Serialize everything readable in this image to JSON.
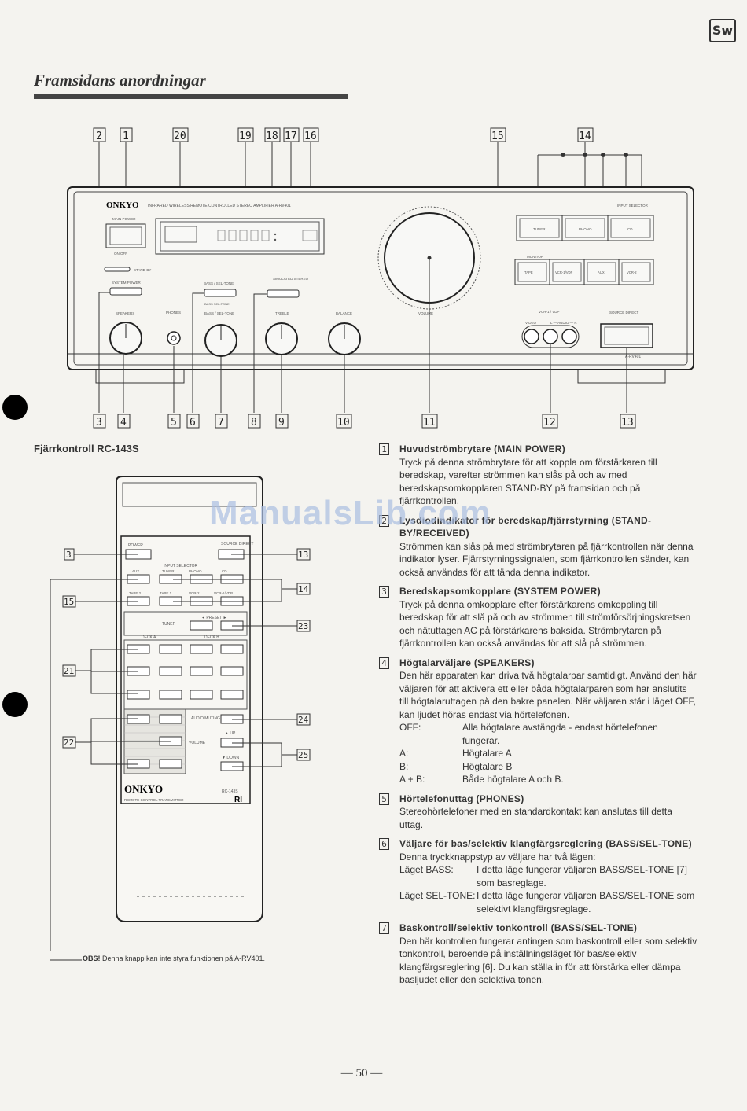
{
  "lang_badge": "Sw",
  "title": "Framsidans anordningar",
  "amp": {
    "brand": "ONKYO",
    "model_line": "INFRARED WIRELESS REMOTE CONTROLLED STEREO AMPLIFIER A-RV401",
    "main_power": "MAIN POWER",
    "main_power_state": "ON  OFF",
    "standby": "STAND-BY",
    "system_power": "SYSTEM POWER",
    "speakers": "SPEAKERS",
    "phones": "PHONES",
    "bass_sel_tone_switch": "BASS / SEL-TONE",
    "bass_sel_tone_knob": "BASS / SEL-TONE",
    "simulated_stereo": "SIMULATED STEREO",
    "treble": "TREBLE",
    "balance": "BALANCE",
    "volume": "VOLUME",
    "input_selector": "INPUT SELECTOR",
    "monitor": "MONITOR",
    "vcr1_vdp": "VCR-1 / VDP",
    "video": "VIDEO",
    "audio": "L — AUDIO — R",
    "source_direct": "SOURCE DIRECT",
    "model": "A-RV401",
    "sel_top": [
      "TUNER",
      "PHONO",
      "CD"
    ],
    "sel_bottom": [
      "TAPE",
      "VCR-1/VDP",
      "AUX",
      "VCR-2"
    ]
  },
  "callouts_top": [
    "2",
    "1",
    "20",
    "19",
    "18",
    "17",
    "16",
    "15",
    "14"
  ],
  "callouts_bottom": [
    "3",
    "4",
    "5",
    "6",
    "7",
    "8",
    "9",
    "10",
    "11",
    "12",
    "13"
  ],
  "remote_title": "Fjärrkontroll RC-143S",
  "remote": {
    "power": "POWER",
    "source_direct": "SOURCE DIRECT",
    "input_selector": "INPUT SELECTOR",
    "row1": [
      "AUX",
      "TUNER",
      "PHONO",
      "CD"
    ],
    "row2": [
      "TAPE 2",
      "TAPE 1",
      "VCR-2",
      "VCR-1/VDP"
    ],
    "tuner": "TUNER",
    "preset": "◄ PRESET ►",
    "deck_a": "DECK A",
    "deck_b": "DECK B",
    "audio_muting": "AUDIO MUTING",
    "volume": "VOLUME",
    "up": "▲ UP",
    "down": "▼ DOWN",
    "brand": "ONKYO",
    "model": "RC-143S",
    "transmitter": "REMOTE CONTROL TRANSMITTER",
    "ri": "RI",
    "callouts_left": [
      "3",
      "15",
      "21",
      "22"
    ],
    "callouts_right": [
      "13",
      "14",
      "23",
      "24",
      "25"
    ]
  },
  "obs_label": "OBS!",
  "obs_text": "Denna knapp kan inte styra funktionen på A-RV401.",
  "watermark": "ManualsLib.com",
  "entries": [
    {
      "num": "1",
      "head": "Huvudströmbrytare (MAIN POWER)",
      "body": "Tryck på denna strömbrytare för att koppla om förstärkaren till beredskap, varefter strömmen kan slås på och av med beredskapsomkopplaren STAND-BY på framsidan och på fjärrkontrollen."
    },
    {
      "num": "2",
      "head": "Lysdiodindikator för beredskap/fjärrstyrning (STAND-BY/RECEIVED)",
      "body": "Strömmen kan slås på med strömbrytaren på fjärrkontrollen när denna indikator lyser. Fjärrstyrningssignalen, som fjärrkontrollen sänder, kan också användas för att tända denna indikator."
    },
    {
      "num": "3",
      "head": "Beredskapsomkopplare (SYSTEM POWER)",
      "body": "Tryck på denna omkopplare efter förstärkarens omkoppling till beredskap för att slå på och av strömmen till strömförsörjningskretsen och nätuttagen AC på förstärkarens baksida. Strömbrytaren på fjärrkontrollen kan också användas för att slå på strömmen."
    },
    {
      "num": "4",
      "head": "Högtalarväljare (SPEAKERS)",
      "body": "Den här apparaten kan driva två högtalarpar samtidigt. Använd den här väljaren för att aktivera ett eller båda högtalarparen som har anslutits till högtalaruttagen på den bakre panelen. När väljaren står i läget OFF, kan ljudet höras endast via hörtelefonen."
    },
    {
      "num": "5",
      "head": "Hörtelefonuttag (PHONES)",
      "body": "Stereohörtelefoner med en standardkontakt kan anslutas till detta uttag."
    },
    {
      "num": "6",
      "head": "Väljare för bas/selektiv klangfärgsreglering (BASS/SEL-TONE)",
      "body": "Denna tryckknappstyp av väljare har två lägen:"
    },
    {
      "num": "7",
      "head": "Baskontroll/selektiv tonkontroll (BASS/SEL-TONE)",
      "body": "Den här kontrollen fungerar antingen som baskontroll eller som selektiv tonkontroll, beroende på inställningsläget för bas/selektiv klangfärgsreglering [6]. Du kan ställa in för att förstärka eller dämpa basljudet eller den selektiva tonen."
    }
  ],
  "speaker_modes": [
    {
      "k": "OFF:",
      "v": "Alla högtalare avstängda - endast hörtelefonen fungerar."
    },
    {
      "k": "A:",
      "v": "Högtalare A"
    },
    {
      "k": "B:",
      "v": "Högtalare B"
    },
    {
      "k": "A + B:",
      "v": "Både högtalare A och B."
    }
  ],
  "tone_modes": [
    {
      "k": "Läget BASS:",
      "v": "I detta läge fungerar väljaren BASS/SEL-TONE [7] som basreglage."
    },
    {
      "k": "Läget SEL-TONE:",
      "v": "I detta läge fungerar väljaren BASS/SEL-TONE som selektivt klangfärgsreglage."
    }
  ],
  "page_number": "— 50 —"
}
